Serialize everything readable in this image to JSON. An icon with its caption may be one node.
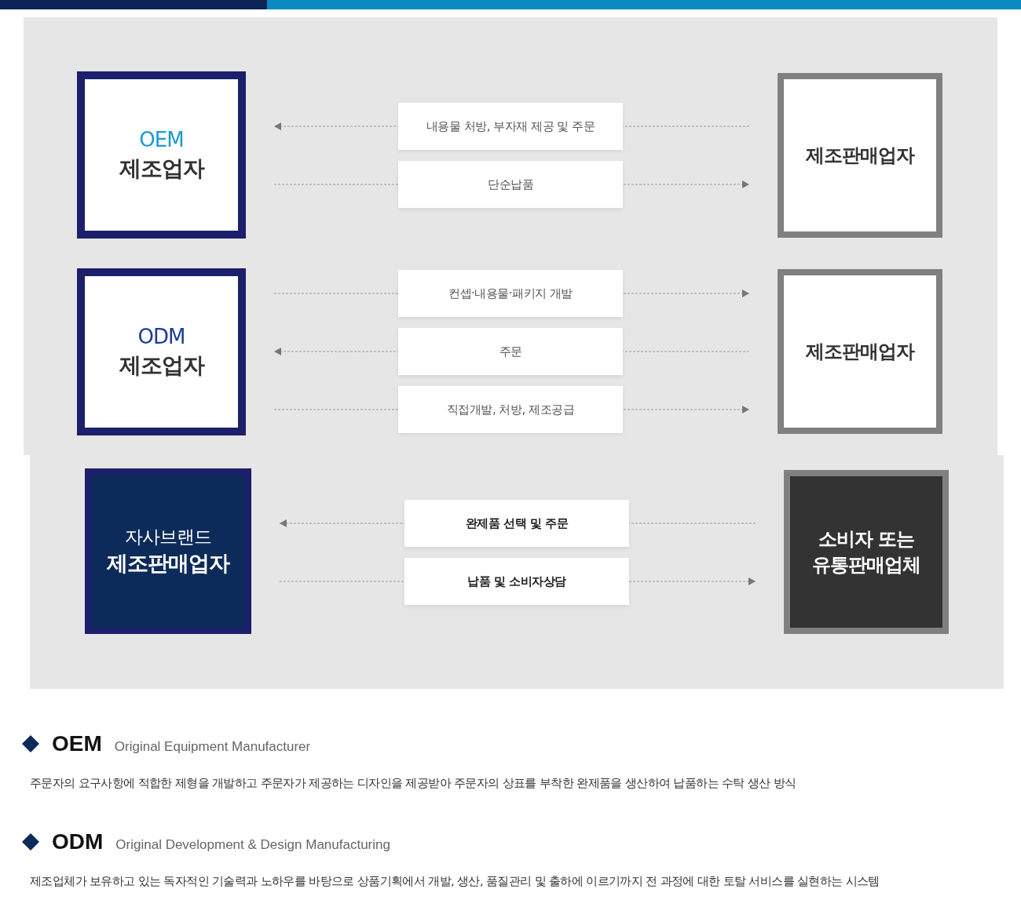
{
  "diagram": {
    "nodes": [
      {
        "text": [
          "OEM",
          "제조업자"
        ]
      },
      {
        "text": [
          "제조판매업자"
        ]
      },
      {
        "text": [
          "ODM",
          "제조업자"
        ]
      },
      {
        "text": [
          "제조판매업자"
        ]
      },
      {
        "text": [
          "자사브랜드",
          "제조판매업자"
        ]
      },
      {
        "text": [
          "소비자 또는 유통판매업체"
        ]
      }
    ],
    "edges": [
      {
        "from": 1,
        "to": 0,
        "arrow": "to",
        "label": "내용물 처방, 부자재 제공 및 주문"
      },
      {
        "from": 0,
        "to": 1,
        "arrow": "to",
        "label": "단순납품"
      },
      {
        "from": 2,
        "to": 3,
        "arrow": "to",
        "label": "컨셉·내용물·패키지 개발"
      },
      {
        "from": 3,
        "to": 2,
        "arrow": "to",
        "label": "주문"
      },
      {
        "from": 2,
        "to": 3,
        "arrow": "to",
        "label": "직접개발, 처방, 제조공급"
      },
      {
        "from": 5,
        "to": 4,
        "arrow": "to",
        "label": "완제품 선택 및 주문"
      },
      {
        "from": 4,
        "to": 5,
        "arrow": "to",
        "label": "납품 및 소비자상담"
      }
    ],
    "labels": [
      "OEM",
      "Original Equipment Manufacturer",
      "주문자의 요구사항에 적합한 제형을 개발하고 주문자가 제공하는 디자인을 제공받아 주문자의 상표를 부착한 완제품을 생산하여 납품하는 수탁 생산 방식",
      "ODM",
      "Original Development & Design Manufacturing",
      "제조업체가 보유하고 있는 독자적인 기술력과 노하우를 바탕으로 상품기획에서 개발, 생산, 품질관리 및 출하에 이르기까지 전 과정에 대한 토탈 서비스를 실현하는 시스템"
    ]
  }
}
